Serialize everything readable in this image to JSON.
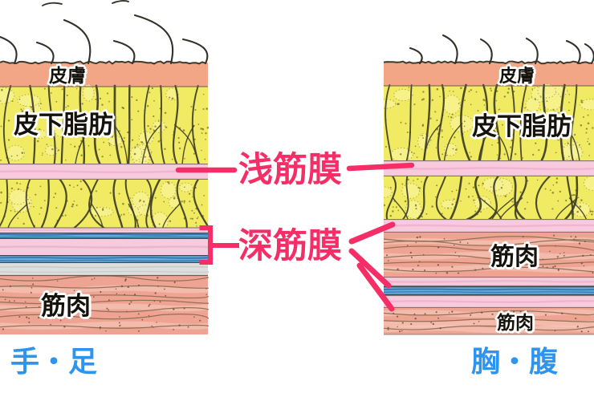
{
  "diagram": {
    "left_panel": {
      "skin": "皮膚",
      "subcutaneous_fat": "皮下脂肪",
      "muscle": "筋肉",
      "caption": "手・足"
    },
    "right_panel": {
      "skin": "皮膚",
      "subcutaneous_fat": "皮下脂肪",
      "muscle_upper": "筋肉",
      "muscle_lower": "筋肉",
      "caption": "胸・腹"
    },
    "annotations": {
      "superficial_fascia": "浅筋膜",
      "deep_fascia": "深筋膜"
    }
  },
  "colors": {
    "annotation_pink": "#f52e68",
    "caption_blue": "#2d94f0",
    "skin": "#f2a686",
    "fat_yellow": "#f0eb62",
    "fascia_pink": "#f8cade",
    "fascia_blue": "#63acdc",
    "fascia_gray": "#dcdfde",
    "muscle_red": "#efa493"
  }
}
